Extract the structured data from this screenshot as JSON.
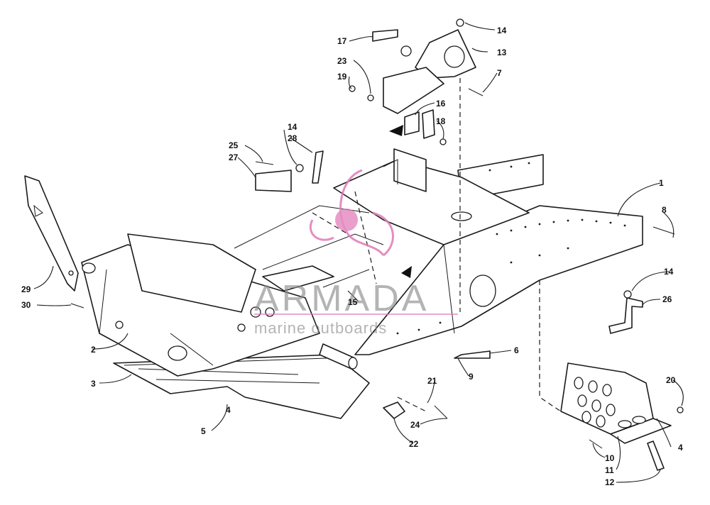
{
  "watermark": {
    "brand": "ARMADA",
    "tagline": "marine outboards",
    "accent_color": "#e07ab8"
  },
  "labels": [
    {
      "id": "l1",
      "text": "1"
    },
    {
      "id": "l2",
      "text": "2"
    },
    {
      "id": "l3",
      "text": "3"
    },
    {
      "id": "l4a",
      "text": "4"
    },
    {
      "id": "l4b",
      "text": "4"
    },
    {
      "id": "l5",
      "text": "5"
    },
    {
      "id": "l6",
      "text": "6"
    },
    {
      "id": "l7",
      "text": "7"
    },
    {
      "id": "l8",
      "text": "8"
    },
    {
      "id": "l9",
      "text": "9"
    },
    {
      "id": "l10",
      "text": "10"
    },
    {
      "id": "l11",
      "text": "11"
    },
    {
      "id": "l12",
      "text": "12"
    },
    {
      "id": "l13",
      "text": "13"
    },
    {
      "id": "l14a",
      "text": "14"
    },
    {
      "id": "l14b",
      "text": "14"
    },
    {
      "id": "l14c",
      "text": "14"
    },
    {
      "id": "l15",
      "text": "15"
    },
    {
      "id": "l16",
      "text": "16"
    },
    {
      "id": "l17",
      "text": "17"
    },
    {
      "id": "l18",
      "text": "18"
    },
    {
      "id": "l19",
      "text": "19"
    },
    {
      "id": "l20",
      "text": "20"
    },
    {
      "id": "l21",
      "text": "21"
    },
    {
      "id": "l22",
      "text": "22"
    },
    {
      "id": "l23",
      "text": "23"
    },
    {
      "id": "l24",
      "text": "24"
    },
    {
      "id": "l25",
      "text": "25"
    },
    {
      "id": "l26",
      "text": "26"
    },
    {
      "id": "l27",
      "text": "27"
    },
    {
      "id": "l28",
      "text": "28"
    },
    {
      "id": "l29",
      "text": "29"
    },
    {
      "id": "l30",
      "text": "30"
    }
  ]
}
